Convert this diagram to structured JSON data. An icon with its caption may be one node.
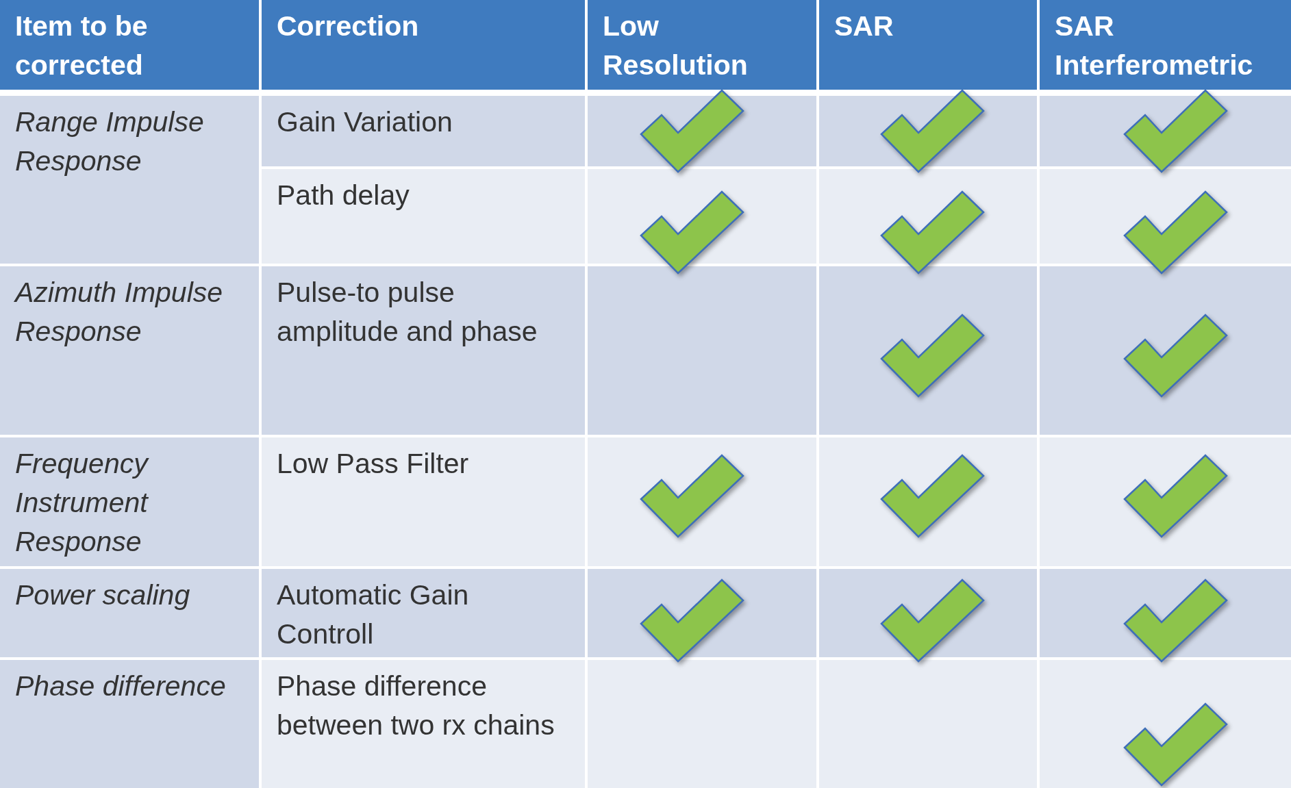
{
  "diagram": {
    "labels": [
      "Item to be corrected",
      "Correction",
      "Low Resolution",
      "SAR",
      "SAR Interferometric",
      "Range Impulse Response",
      "Gain Variation",
      "Path delay",
      "Azimuth Impulse Response",
      "Pulse-to pulse amplitude and phase",
      "Frequency Instrument Response",
      "Low Pass Filter",
      "Power scaling",
      "Automatic Gain Controll",
      "Phase difference",
      "Phase difference between two rx chains"
    ]
  }
}
